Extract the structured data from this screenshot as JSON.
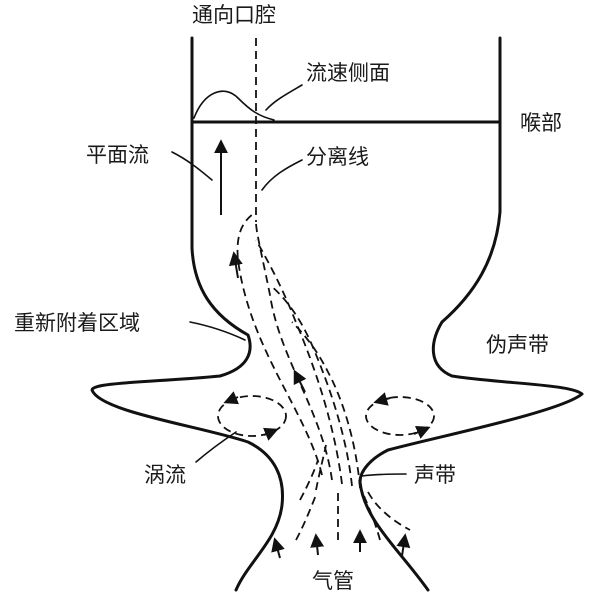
{
  "labels": {
    "to_mouth": "通向口腔",
    "velocity_profile": "流速侧面",
    "larynx": "喉部",
    "plane_flow": "平面流",
    "separation_line": "分离线",
    "reattachment_zone": "重新附着区域",
    "false_vocal_folds": "伪声带",
    "vortex": "涡流",
    "vocal_folds": "声带",
    "trachea": "气管"
  }
}
